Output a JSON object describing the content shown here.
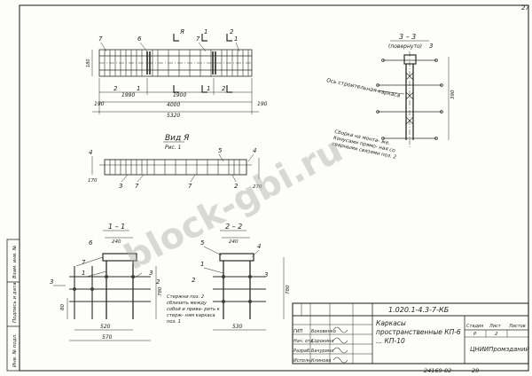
{
  "page_number": "27",
  "watermark": "block-gbi.ru",
  "views": {
    "plan": {
      "labels": {
        "cut_a": "Я",
        "cut_1": "1",
        "cut_2": "2",
        "pos_7a": "7",
        "pos_6": "6",
        "pos_7b": "7",
        "pos_1": "1"
      },
      "dims": {
        "d190_left": "190",
        "d2": "2",
        "d1": "1",
        "d1990": "1990",
        "d1900": "1900",
        "d2b": "2",
        "d1b": "1",
        "d4000": "4000",
        "d190": "190",
        "d5320": "5320",
        "h180": "180"
      }
    },
    "elevation": {
      "title": "Вид Я",
      "subtitle": "Рис. 1",
      "labels": {
        "p4l": "4",
        "p5": "5",
        "p4r": "4",
        "p3": "3",
        "p7": "7",
        "p2": "2",
        "p7b": "7"
      },
      "dims": {
        "d170": "170",
        "d270": "270"
      }
    },
    "section33": {
      "title": "3 – 3",
      "subtitle": "(повернуто)",
      "tag": "3",
      "axis_note": "Ось строительная каркаса",
      "weld_note": "Сборка на монта- же. Конусами прямо- ная со сварными связями поз. 2",
      "dim": "390"
    },
    "section11": {
      "title": "1 – 1",
      "labels": {
        "p6": "6",
        "p7": "7",
        "p1": "1",
        "p2": "2",
        "p3": "3"
      },
      "dims": {
        "d240": "240",
        "d80": "80",
        "d520": "520",
        "d570": "570",
        "h780": "780",
        "h3": "3"
      },
      "note": "Стержни поз. 2 сблизить между собой и прива- рить к стерж- ням каркаса поз. 1"
    },
    "section22": {
      "title": "2 – 2",
      "labels": {
        "p5": "5",
        "p1": "1",
        "p2": "2",
        "p3": "3",
        "p4": "4"
      },
      "dims": {
        "d240": "240",
        "d530": "530",
        "h780": "780"
      }
    }
  },
  "left_stamp": [
    "Инв. № подл.",
    "Подпись и дата",
    "Взам. инв. №"
  ],
  "title_block": {
    "code": "1.020.1-4.3-7-КБ",
    "description": "Каркасы пространственные КП-6 ... КП-10",
    "stage_header": "Стадия",
    "sheet_header": "Лист",
    "sheets_header": "Листов",
    "stage": "Р",
    "sheet": "2",
    "org": "ЦНИИПромзданий",
    "rows": [
      {
        "role": "ГИП",
        "name": "Боковенко"
      },
      {
        "role": "Нач. отд.",
        "name": "Сорокина"
      },
      {
        "role": "Разраб.",
        "name": "Бачурина"
      },
      {
        "role": "Исполн.",
        "name": "Клинова"
      }
    ],
    "bottom_code": "24169-02",
    "bottom_page": "29"
  }
}
